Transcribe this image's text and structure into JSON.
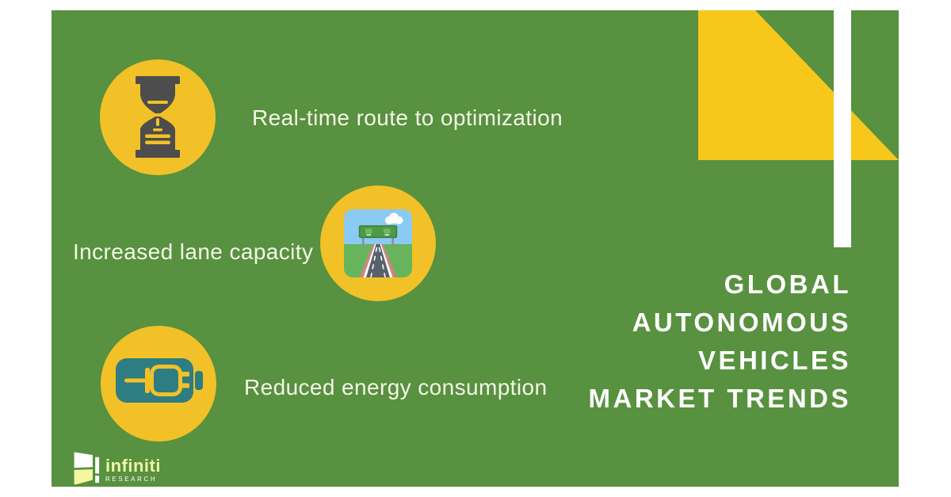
{
  "features": [
    {
      "icon": "hourglass-icon",
      "label": "Real-time route to optimization"
    },
    {
      "icon": "motorway-icon",
      "label": "Increased lane capacity"
    },
    {
      "icon": "battery-charging-icon",
      "label": "Reduced energy consumption"
    }
  ],
  "title": {
    "lines": [
      "GLOBAL",
      "AUTONOMOUS",
      "VEHICLES",
      "MARKET TRENDS"
    ]
  },
  "logo": {
    "name": "infiniti",
    "subtitle": "RESEARCH"
  },
  "colors": {
    "panel_green": "#58913f",
    "circle_yellow": "#f2c127",
    "flag_yellow": "#f8c71c",
    "icon_dark_gray": "#4d4d4d",
    "battery_teal": "#2e7d82",
    "text_white": "#f4f6e8",
    "title_white": "#ffffff",
    "logo_pale_yellow": "#eff7a6",
    "frame_white": "#ffffff"
  }
}
